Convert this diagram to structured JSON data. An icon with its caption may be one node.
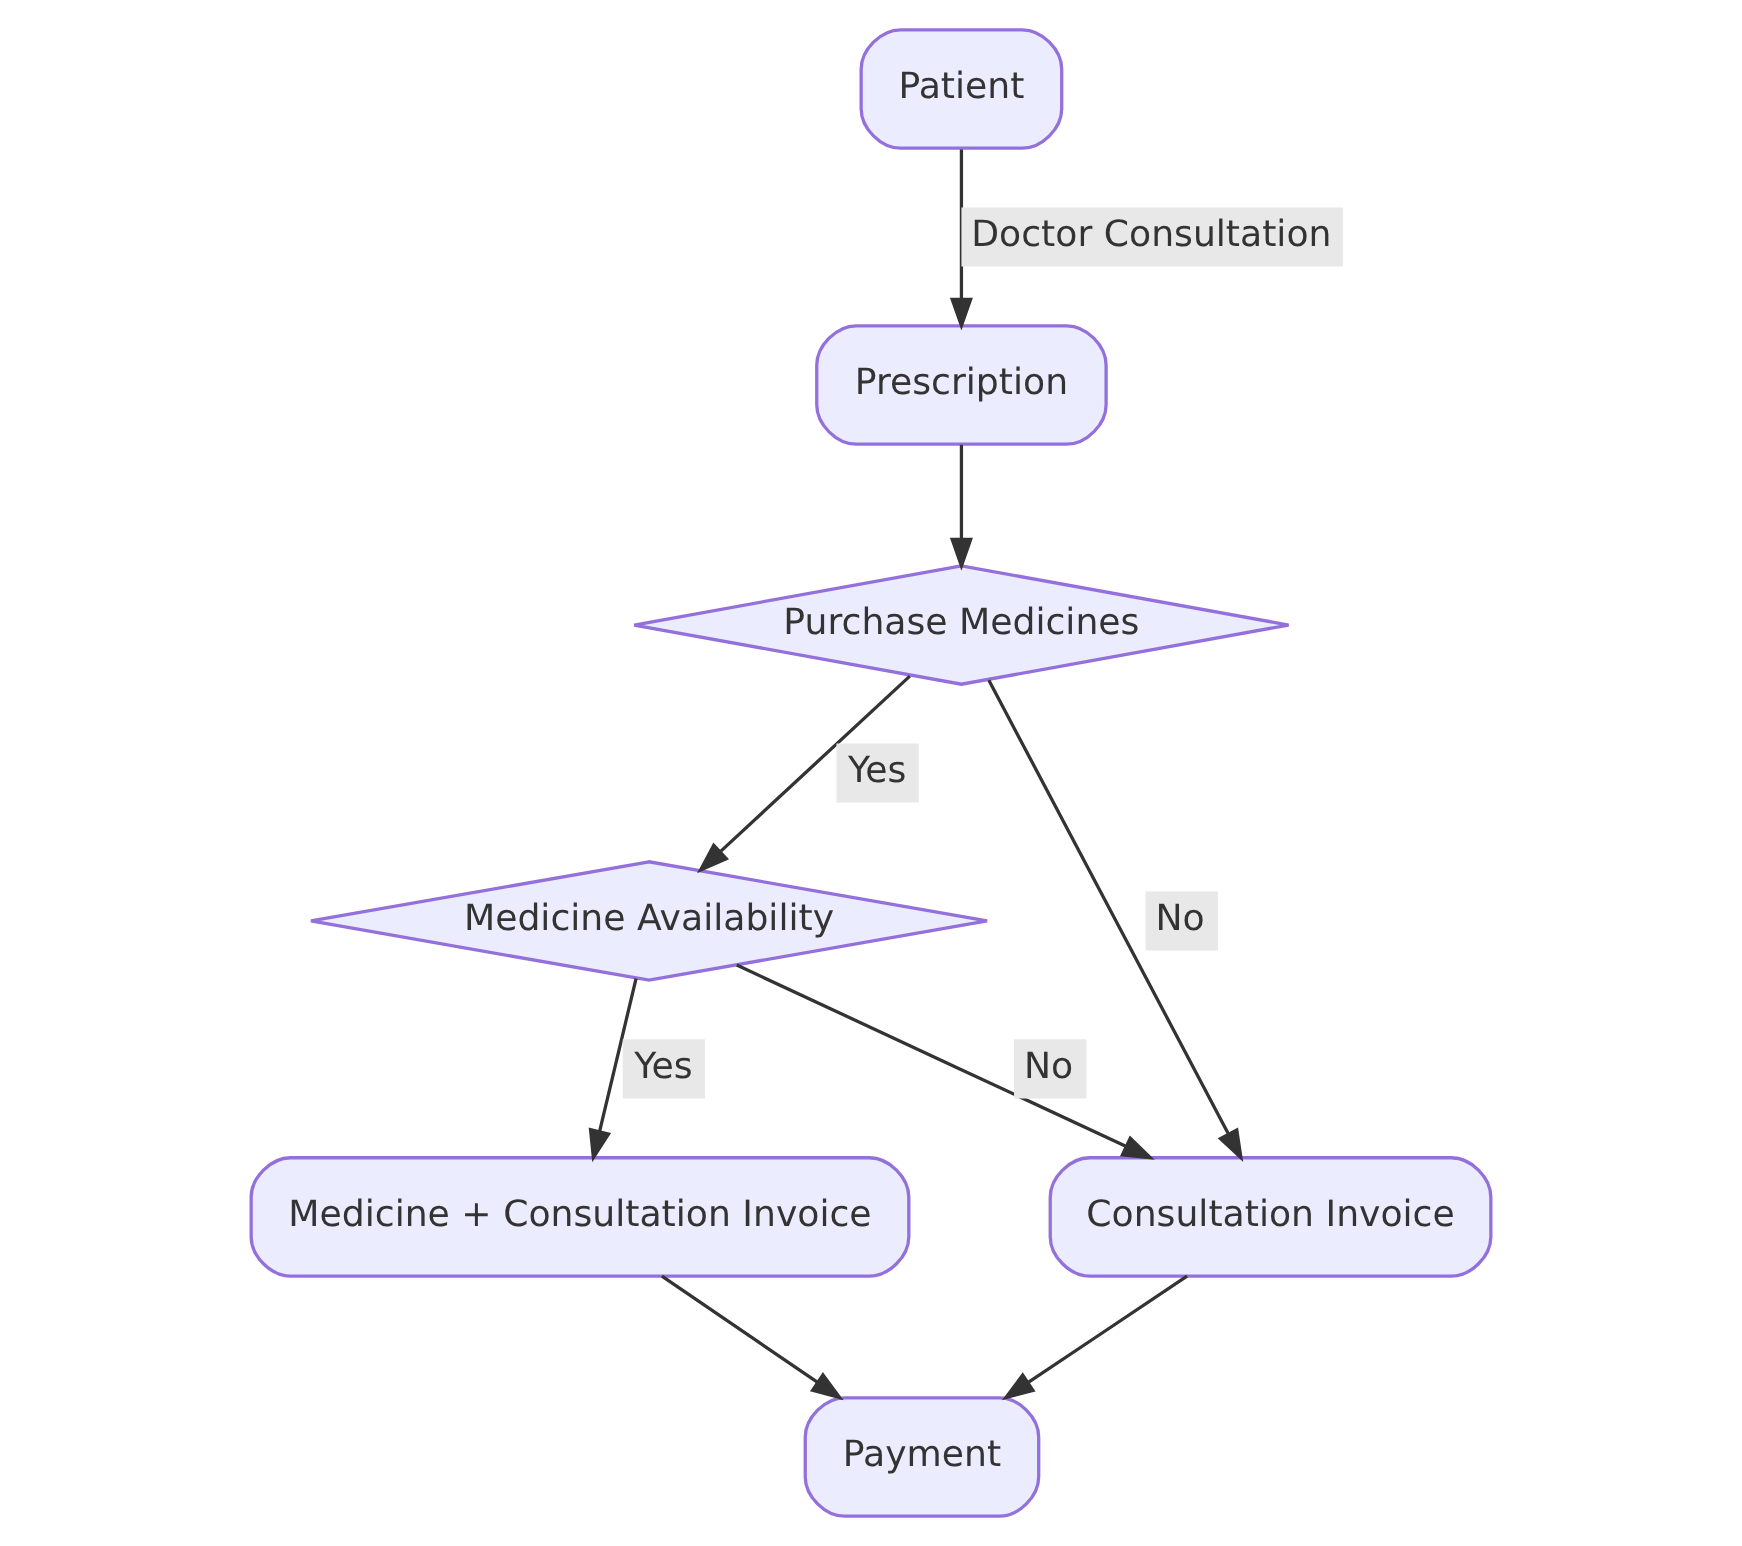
{
  "diagram": {
    "nodes": [
      {
        "text": [
          "Patient"
        ]
      },
      {
        "text": [
          "Prescription"
        ]
      },
      {
        "text": [
          "Purchase Medicines"
        ]
      },
      {
        "text": [
          "Medicine Availability"
        ]
      },
      {
        "text": [
          "Medicine + Consultation Invoice"
        ]
      },
      {
        "text": [
          "Consultation Invoice"
        ]
      },
      {
        "text": [
          "Payment"
        ]
      }
    ],
    "edges": [
      {
        "from": 0,
        "to": 1,
        "arrow": "to",
        "label": "Doctor Consultation"
      },
      {
        "from": 1,
        "to": 2,
        "arrow": "to"
      },
      {
        "from": 2,
        "to": 3,
        "arrow": "to",
        "label": "Yes"
      },
      {
        "from": 2,
        "to": 5,
        "arrow": "to",
        "label": "No"
      },
      {
        "from": 3,
        "to": 4,
        "arrow": "to",
        "label": "Yes"
      },
      {
        "from": 3,
        "to": 5,
        "arrow": "to",
        "label": "No"
      },
      {
        "from": 4,
        "to": 6,
        "arrow": "to"
      },
      {
        "from": 5,
        "to": 6,
        "arrow": "to"
      }
    ]
  }
}
